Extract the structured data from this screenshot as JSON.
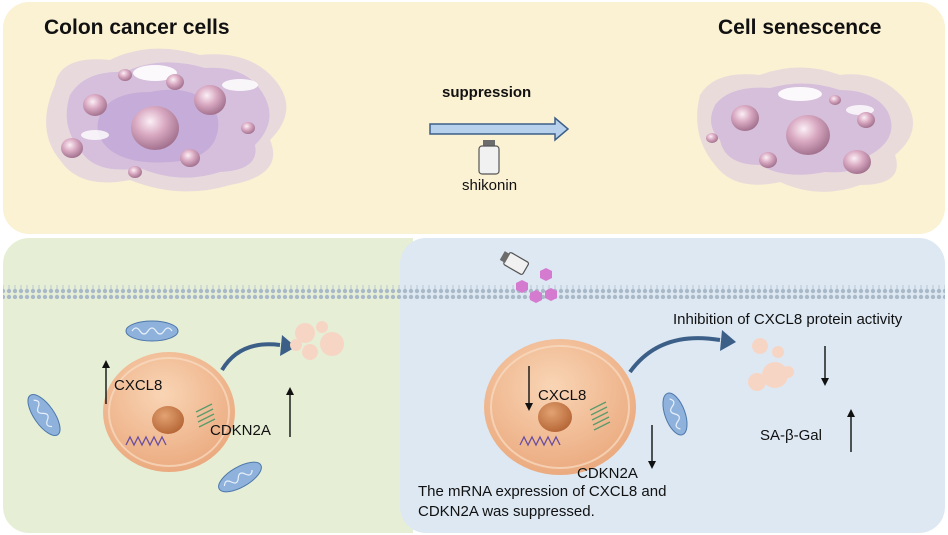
{
  "top": {
    "left_title": "Colon cancer cells",
    "right_title": "Cell senescence",
    "arrow_label": "suppression",
    "drug_label": "shikonin"
  },
  "left": {
    "cxcl8_label": "CXCL8",
    "cdkn2a_label": "CDKN2A"
  },
  "right": {
    "inhibition_label": "Inhibition of CXCL8 protein activity",
    "cxcl8_label": "CXCL8",
    "cdkn2a_label": "CDKN2A",
    "sagal_label": "SA-β-Gal",
    "caption_line1": "The mRNA expression of CXCL8 and",
    "caption_line2": "CDKN2A was suppressed."
  },
  "colors": {
    "top_bg": "#fbf1d3",
    "left_bg": "#e6efd6",
    "right_bg": "#dde8f3",
    "cell_body": "#f5c7a0",
    "cell_fill": "#d9c6e4",
    "mito": "#8fb2dc",
    "arrow_fill": "#b7d0ec",
    "vesicle": "#f7d5c4",
    "pink_molecule": "#d47bd0"
  }
}
